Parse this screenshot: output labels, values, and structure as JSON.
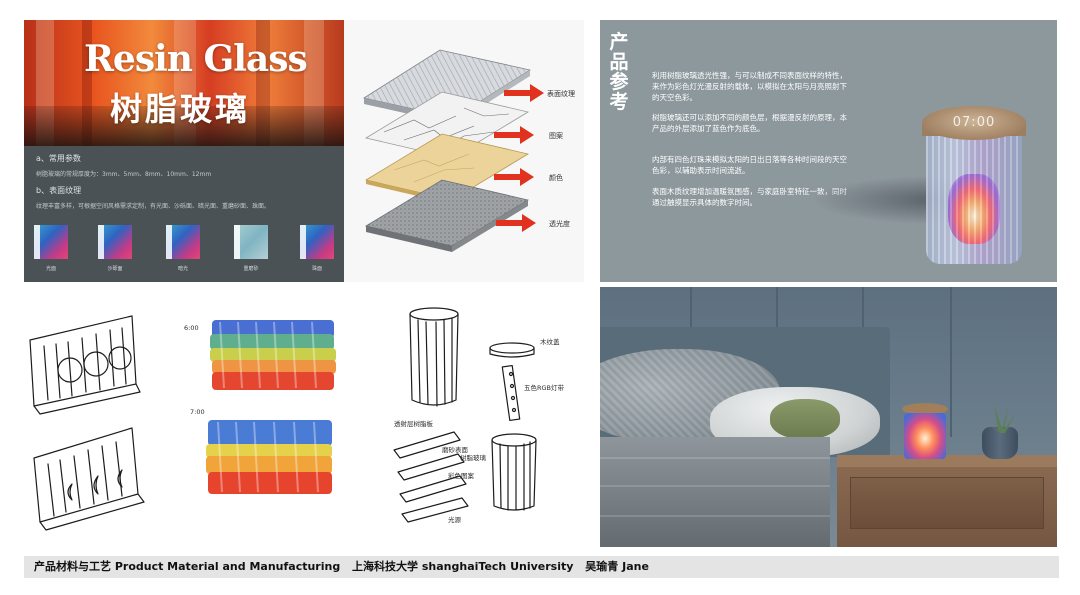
{
  "material_panel": {
    "title_en": "Resin Glass",
    "title_cn": "树脂玻璃",
    "section_a": "a、常用参数",
    "section_a_text": "树脂玻璃的常规厚度为：3mm、5mm、8mm、10mm、12mm",
    "section_b": "b、表面纹理",
    "section_b_text": "纹理丰富多样，可根据空间风格需求定制，有光面、沙砾面、暗光面、重磨砂面、珠面。",
    "finishes": [
      "光面",
      "沙砾面",
      "暗光",
      "重磨砂",
      "珠面"
    ]
  },
  "layers_panel": {
    "labels": [
      "表面纹理",
      "图案",
      "颜色",
      "透光度"
    ]
  },
  "reference_panel": {
    "title": [
      "产",
      "品",
      "参",
      "考"
    ],
    "paragraphs": [
      "利用树脂玻璃透光性强，与可以制成不同表面纹样的特性，来作为彩色灯光漫反射的载体，以模拟在太阳与月亮照射下的天空色彩。",
      "树脂玻璃还可以添加不同的颜色层，根据漫反射的原理，本产品的外层添加了蓝色作为底色。",
      "内部有四色灯珠来模拟太阳的日出日落等各种时间段的天空色彩，以辅助表示时间流逝。",
      "表面木质纹理增加温暖氛围感，与家庭卧室特征一致，同时通过触摸显示具体的数字时间。"
    ],
    "clock_text": "07:00"
  },
  "sketch_panel": {
    "notes": [
      "6:00",
      "7:00",
      "木纹盖",
      "五色RGB灯带",
      "透射层树脂板",
      "磨砂表面",
      "树脂玻璃",
      "彩色图案",
      "光源"
    ]
  },
  "footer": {
    "course": "产品材料与工艺 Product Material and Manufacturing",
    "university": "上海科技大学 shanghaiTech University",
    "author": "吴瑜青 Jane"
  },
  "colors": {
    "panel_dark": "#4a5256",
    "panel_grey": "#8d989d",
    "arrow_red": "#e0321f",
    "footer_bg": "#e4e4e4"
  }
}
